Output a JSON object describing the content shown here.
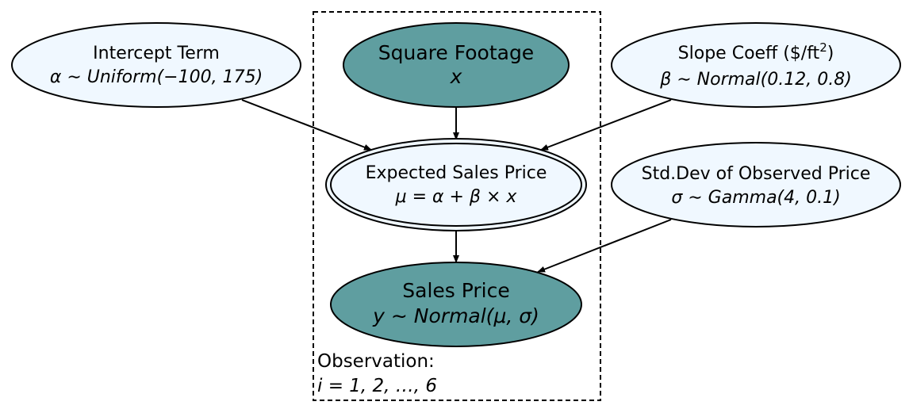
{
  "nodes": {
    "intercept": {
      "title": "Intercept Term",
      "formula": "α ∼ Uniform(−100, 175)"
    },
    "sqft": {
      "title": "Square Footage",
      "formula": "x"
    },
    "slope": {
      "title": "Slope Coeff ($/ft",
      "title_sup": "2",
      "title_end": ")",
      "formula": "β ∼ Normal(0.12, 0.8)"
    },
    "expected": {
      "title": "Expected Sales Price",
      "formula": "μ = α + β × x"
    },
    "stddev": {
      "title": "Std.Dev of Observed Price",
      "formula": "σ ∼ Gamma(4, 0.1)"
    },
    "sales": {
      "title": "Sales Price",
      "formula": "y ∼ Normal(μ, σ)"
    }
  },
  "plate": {
    "label": "Observation:",
    "index": "i = 1, 2, …, 6"
  },
  "colors": {
    "observed_fill": "#5f9ea0",
    "latent_fill": "#f0f8ff",
    "stroke": "#000000"
  }
}
